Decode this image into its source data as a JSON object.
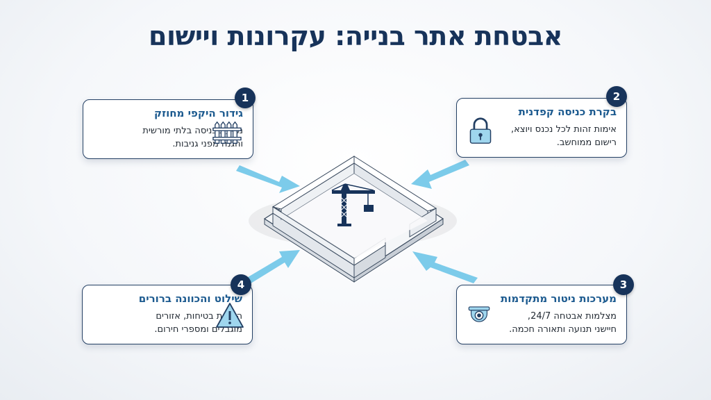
{
  "title": "אבטחת אתר בנייה: עקרונות ויישום",
  "cards": [
    {
      "num": "1",
      "heading": "גידור היקפי מחוזק",
      "line1": "מניעת כניסה בלתי מורשית",
      "line2": "והגנה מפני גניבות.",
      "icon": "fence-icon"
    },
    {
      "num": "2",
      "heading": "בקרת כניסה קפדנית",
      "line1": "אימות זהות לכל נכנס ויוצא,",
      "line2": "רישום ממוחשב.",
      "icon": "padlock-icon"
    },
    {
      "num": "3",
      "heading": "מערכות ניטור מתקדמות",
      "line1": "מצלמות אבטחה 24/7,",
      "line2": "חיישני תנועה ותאורה חכמה.",
      "icon": "security-camera-icon"
    },
    {
      "num": "4",
      "heading": "שילוט והכוונה ברורים",
      "line1": "הנחיות בטיחות, אזורים",
      "line2": "מוגבלים ומספרי חירום.",
      "icon": "warning-sign-icon"
    }
  ],
  "center": {
    "icon": "crane-icon"
  },
  "colors": {
    "navy": "#17335a",
    "accent": "#1c5a8f",
    "arrow": "#7ccbea",
    "icon_fill": "#9fd6ee"
  }
}
